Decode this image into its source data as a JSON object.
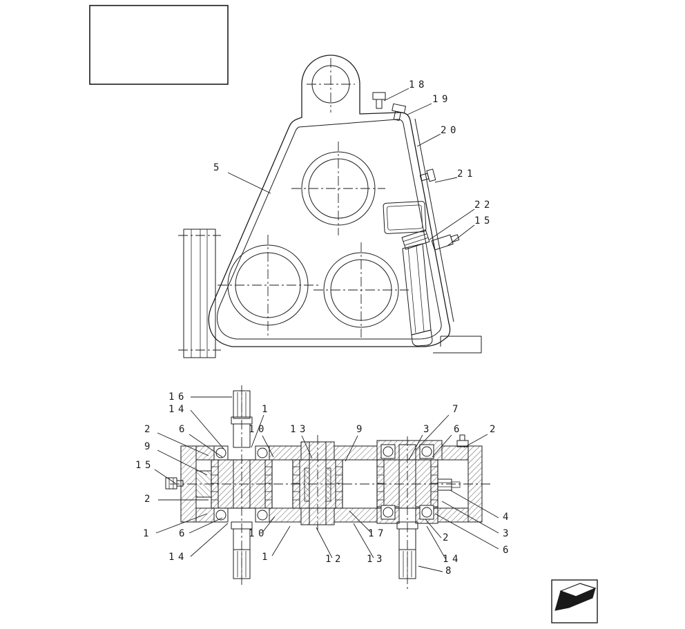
{
  "colors": {
    "ink": "#1a1a1a",
    "background": "#ffffff"
  },
  "title_block": {
    "text": ""
  },
  "upper_view": {
    "callouts": [
      {
        "label": "5"
      },
      {
        "label": "18"
      },
      {
        "label": "19"
      },
      {
        "label": "20"
      },
      {
        "label": "21"
      },
      {
        "label": "22"
      },
      {
        "label": "15"
      }
    ]
  },
  "lower_view": {
    "callouts": [
      {
        "label": "16"
      },
      {
        "label": "14"
      },
      {
        "label": "1"
      },
      {
        "label": "2"
      },
      {
        "label": "6"
      },
      {
        "label": "10"
      },
      {
        "label": "13"
      },
      {
        "label": "9"
      },
      {
        "label": "3"
      },
      {
        "label": "7"
      },
      {
        "label": "6"
      },
      {
        "label": "2"
      },
      {
        "label": "9"
      },
      {
        "label": "15"
      },
      {
        "label": "2"
      },
      {
        "label": "1"
      },
      {
        "label": "6"
      },
      {
        "label": "14"
      },
      {
        "label": "10"
      },
      {
        "label": "17"
      },
      {
        "label": "2"
      },
      {
        "label": "4"
      },
      {
        "label": "3"
      },
      {
        "label": "6"
      },
      {
        "label": "1"
      },
      {
        "label": "12"
      },
      {
        "label": "13"
      },
      {
        "label": "14"
      },
      {
        "label": "8"
      }
    ]
  }
}
